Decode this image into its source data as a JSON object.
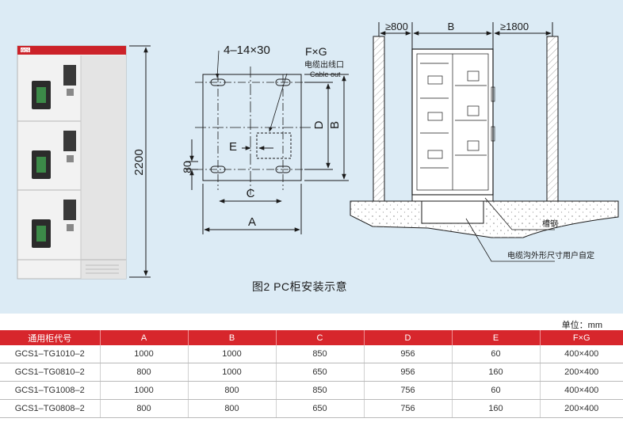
{
  "figure": {
    "caption": "图2 PC柜安装示意",
    "cabinet_height": "2200",
    "cabinet_badge": "GCS",
    "hole_spec": "4–14×30",
    "cable_size": "F×G",
    "cable_outlet_cn": "电缆出线口",
    "cable_outlet_en": "Cable out",
    "dim_a": "A",
    "dim_b": "B",
    "dim_c": "C",
    "dim_d": "D",
    "dim_e": "E",
    "dim_80": "80",
    "clear_left": "≥800",
    "clear_right": "≥1800",
    "channel_steel": "槽钢",
    "trench_note": "电缆沟外形尺寸用户自定"
  },
  "table": {
    "unit": "单位：mm",
    "headers": [
      "通用柜代号",
      "A",
      "B",
      "C",
      "D",
      "E",
      "F×G"
    ],
    "rows": [
      [
        "GCS1–TG1010–2",
        "1000",
        "1000",
        "850",
        "956",
        "60",
        "400×400"
      ],
      [
        "GCS1–TG0810–2",
        "800",
        "1000",
        "650",
        "956",
        "160",
        "200×400"
      ],
      [
        "GCS1–TG1008–2",
        "1000",
        "800",
        "850",
        "756",
        "60",
        "400×400"
      ],
      [
        "GCS1–TG0808–2",
        "800",
        "800",
        "650",
        "756",
        "160",
        "200×400"
      ]
    ]
  },
  "colors": {
    "panel_background": "#dcebf5",
    "header_red": "#d7262c",
    "cabinet_red": "#cc2229"
  }
}
